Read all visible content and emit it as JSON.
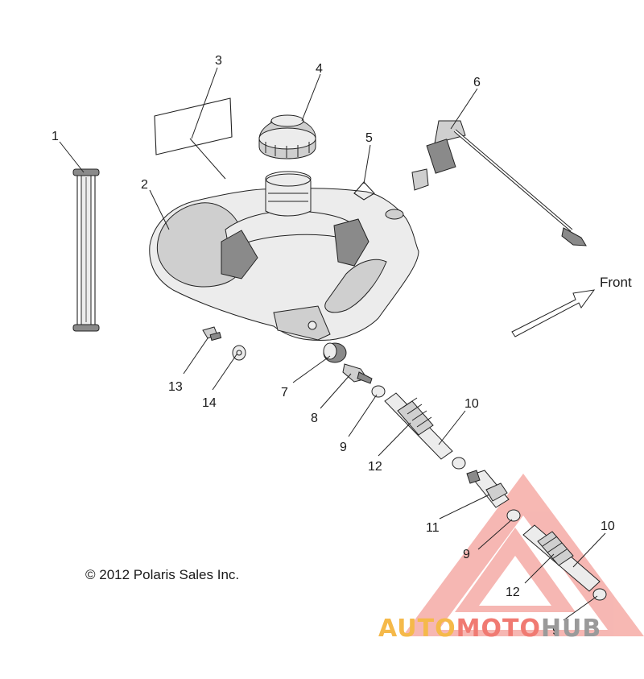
{
  "callouts": [
    {
      "id": "c1",
      "label": "1"
    },
    {
      "id": "c2",
      "label": "2"
    },
    {
      "id": "c3",
      "label": "3"
    },
    {
      "id": "c4",
      "label": "4"
    },
    {
      "id": "c5",
      "label": "5"
    },
    {
      "id": "c6",
      "label": "6"
    },
    {
      "id": "c7",
      "label": "7"
    },
    {
      "id": "c8",
      "label": "8"
    },
    {
      "id": "c9a",
      "label": "9"
    },
    {
      "id": "c9b",
      "label": "9"
    },
    {
      "id": "c9c",
      "label": "9"
    },
    {
      "id": "c10a",
      "label": "10"
    },
    {
      "id": "c10b",
      "label": "10"
    },
    {
      "id": "c11",
      "label": "11"
    },
    {
      "id": "c12a",
      "label": "12"
    },
    {
      "id": "c12b",
      "label": "12"
    },
    {
      "id": "c13",
      "label": "13"
    },
    {
      "id": "c14",
      "label": "14"
    }
  ],
  "direction_label": "Front",
  "copyright": "© 2012 Polaris Sales Inc.",
  "watermark": {
    "part1": "AUTO",
    "part2": "MOTO",
    "part3": "HUB",
    "color1": "#f5b94a",
    "color2": "#f07a72",
    "color3": "#9a9a9a"
  }
}
